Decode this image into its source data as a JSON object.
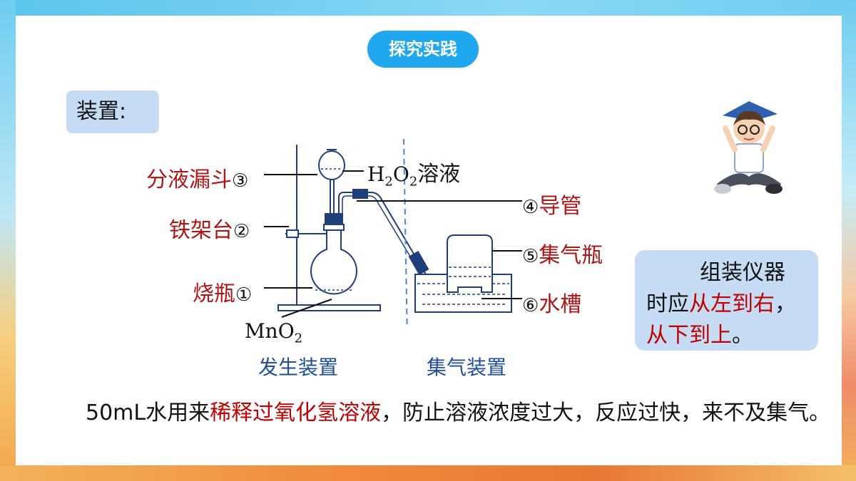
{
  "title": "探究实践",
  "section_label": "装置:",
  "labels": {
    "funnel": {
      "name": "分液漏斗",
      "num": "③"
    },
    "stand": {
      "name": "铁架台",
      "num": "②"
    },
    "flask": {
      "name": "烧瓶",
      "num": "①"
    },
    "tube": {
      "num": "④",
      "name": "导管"
    },
    "bottle": {
      "num": "⑤",
      "name": "集气瓶"
    },
    "trough": {
      "num": "⑥",
      "name": "水槽"
    }
  },
  "chem": {
    "h2o2_a": "H",
    "h2o2_b": "2",
    "h2o2_c": "O",
    "h2o2_d": "2",
    "h2o2_e": "溶液",
    "mno2_a": "MnO",
    "mno2_b": "2"
  },
  "sections": {
    "generation": "发生装置",
    "collection": "集气装置"
  },
  "note": {
    "line1": "组装仪器",
    "line2_a": "时应",
    "line2_b": "从左到右",
    "line2_c": "，",
    "line3_a": "从下到上",
    "line3_b": "。"
  },
  "paragraph": {
    "part1": "50mL水用来",
    "part2": "稀释过氧化氢溶液",
    "part3": "，防止溶液浓度过大，反应过快，来不及集气。"
  },
  "colors": {
    "accent": "#1fa8ee",
    "label_red": "#c00000",
    "section_blue": "#1f4e9a",
    "box_bg": "#c6dcf4"
  }
}
